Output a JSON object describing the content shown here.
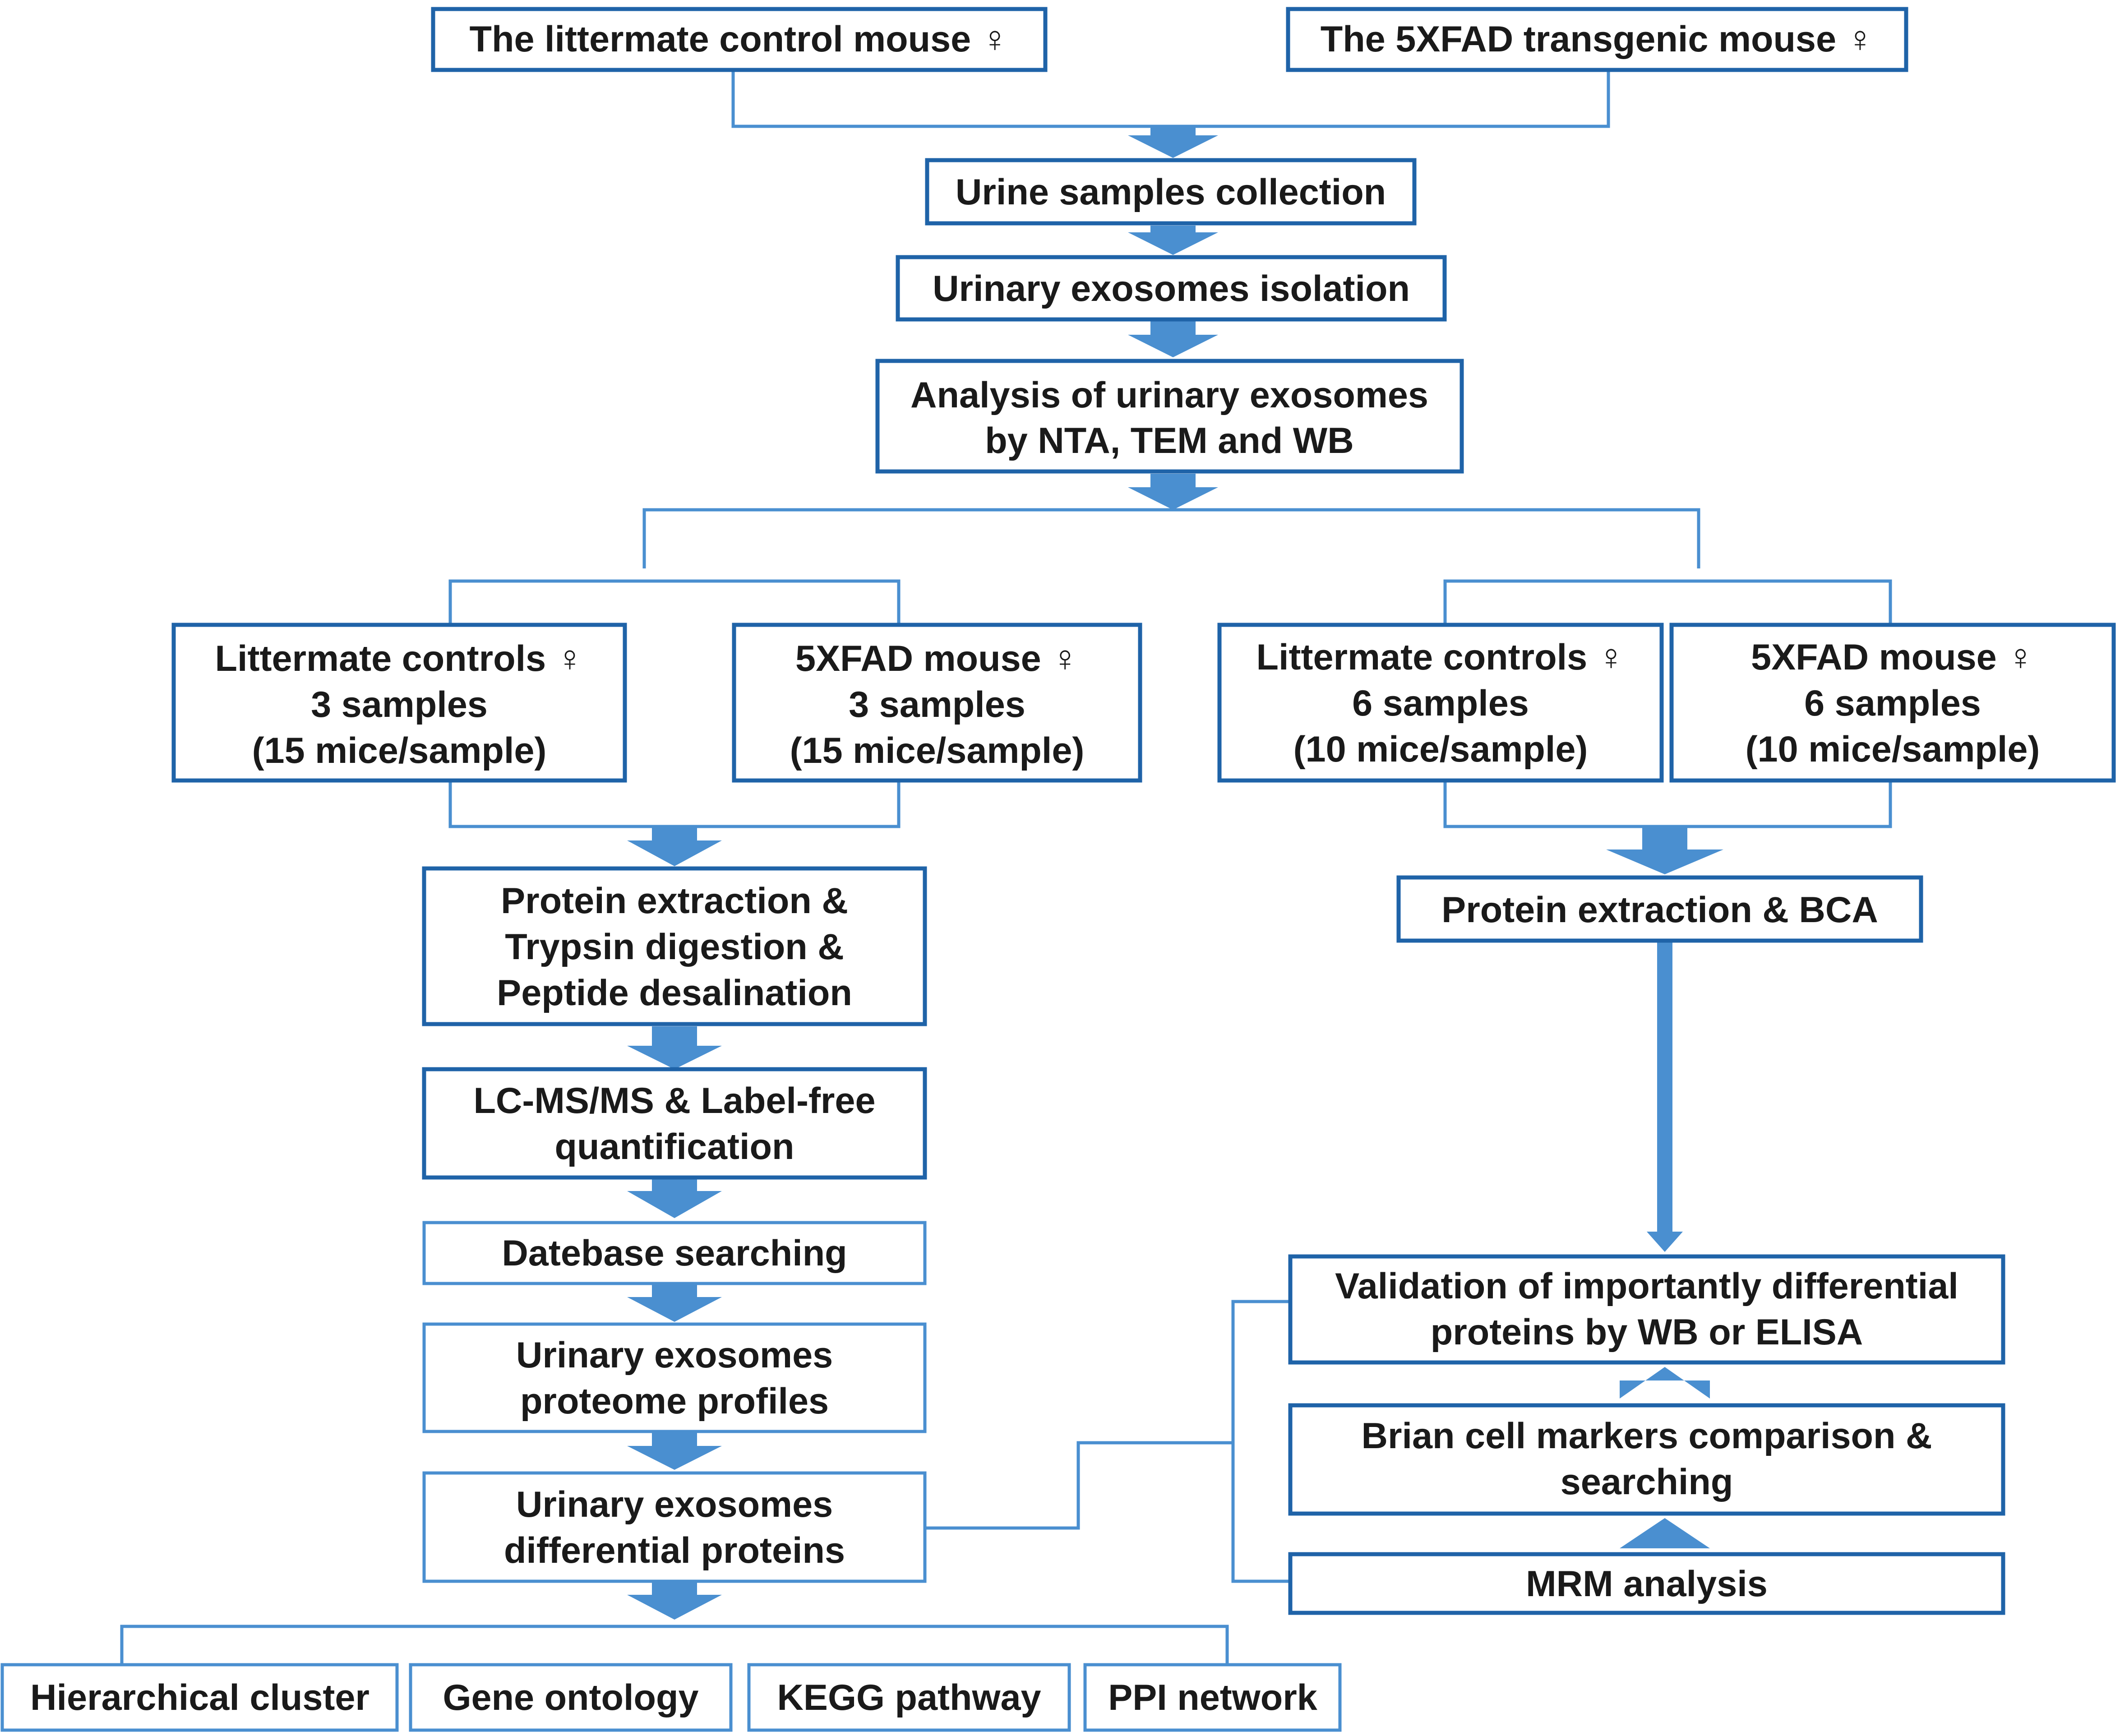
{
  "diagram": {
    "top": {
      "control_mouse": "The littermate control mouse ♀",
      "transgenic_mouse": "The 5XFAD transgenic mouse ♀"
    },
    "pipeline": {
      "urine_collection": "Urine samples collection",
      "exosome_isolation": "Urinary exosomes isolation",
      "analysis": [
        "Analysis of urinary exosomes",
        "by NTA, TEM and WB"
      ]
    },
    "discovery": {
      "controls": [
        "Littermate controls ♀",
        "3 samples",
        "(15 mice/sample)"
      ],
      "fxfad": [
        "5XFAD mouse ♀",
        "3 samples",
        "(15 mice/sample)"
      ],
      "protein_prep": [
        "Protein extraction &",
        "Trypsin digestion &",
        "Peptide desalination"
      ],
      "lcms": [
        "LC-MS/MS & Label-free",
        "quantification"
      ],
      "database": "Datebase searching",
      "profiles": [
        "Urinary exosomes",
        "proteome profiles"
      ],
      "differential": [
        "Urinary exosomes",
        "differential proteins"
      ],
      "outputs": [
        "Hierarchical cluster",
        "Gene ontology",
        "KEGG pathway",
        "PPI network"
      ]
    },
    "validation": {
      "controls": [
        "Littermate controls ♀",
        "6 samples",
        "(10 mice/sample)"
      ],
      "fxfad": [
        "5XFAD mouse ♀",
        "6 samples",
        "(10 mice/sample)"
      ],
      "bca": "Protein extraction & BCA",
      "validate": [
        "Validation of importantly differential",
        "proteins by WB or ELISA"
      ],
      "brain_markers": [
        "Brian cell markers comparison &",
        "searching"
      ],
      "mrm": "MRM analysis"
    },
    "colors": {
      "box_border": "#1f63a8",
      "connector": "#4a8fd0",
      "text": "#1a1a1a"
    }
  }
}
